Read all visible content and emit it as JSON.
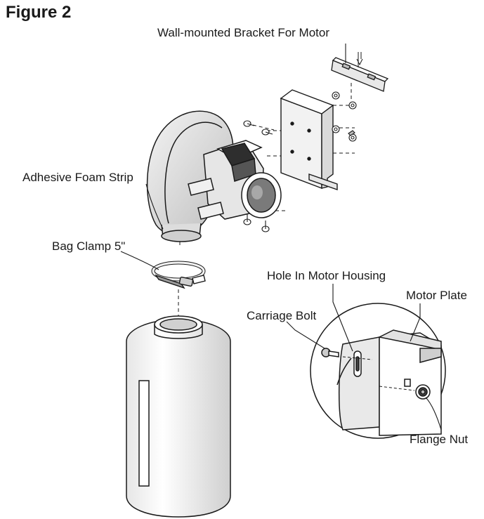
{
  "figure_title": "Figure 2",
  "labels": {
    "bracket": "Wall-mounted Bracket For Motor",
    "foam_strip": "Adhesive Foam Strip",
    "bag_clamp": "Bag Clamp 5\"",
    "hole": "Hole In Motor Housing",
    "motor_plate": "Motor Plate",
    "carriage_bolt": "Carriage Bolt",
    "flange_nut": "Flange Nut"
  },
  "colors": {
    "line": "#1a1a1a",
    "fill": "#ffffff",
    "shade": "#d9d9d9",
    "dark": "#6b6b6b"
  },
  "icons": [
    "motor-blower-icon",
    "collection-bag-icon",
    "hose-clamp-icon",
    "wall-bracket-icon",
    "motor-plate-icon",
    "carriage-bolt-icon",
    "flange-nut-icon"
  ]
}
